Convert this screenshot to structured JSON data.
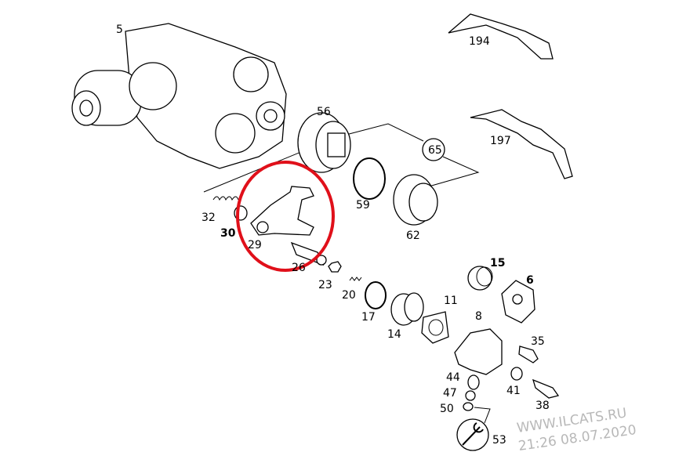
{
  "diagram": {
    "callouts": [
      "5",
      "194",
      "56",
      "65",
      "197",
      "59",
      "32",
      "30",
      "29",
      "62",
      "26",
      "15",
      "6",
      "23",
      "20",
      "11",
      "17",
      "14",
      "8",
      "35",
      "44",
      "47",
      "41",
      "50",
      "38",
      "53"
    ],
    "watermark": {
      "site": "WWW.ILCATS.RU",
      "timestamp": "21:26 08.07.2020"
    },
    "highlight_color": "#e0101a",
    "highlighted_part": "29"
  }
}
